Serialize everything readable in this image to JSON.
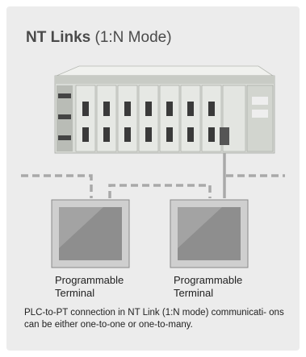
{
  "title": {
    "bold": "NT Links",
    "rest": " (1:N Mode)"
  },
  "terminals": [
    {
      "line1": "Programmable",
      "line2": "Terminal"
    },
    {
      "line1": "Programmable",
      "line2": "Terminal"
    }
  ],
  "caption": "PLC-to-PT connection in NT Link (1:N mode) communicati- ons can be either one-to-one or one-to-many.",
  "colors": {
    "panel": "#ececec",
    "cable": "#a9a9a9",
    "plc": "#d9dcd7",
    "screen": "#8e8e8e"
  }
}
